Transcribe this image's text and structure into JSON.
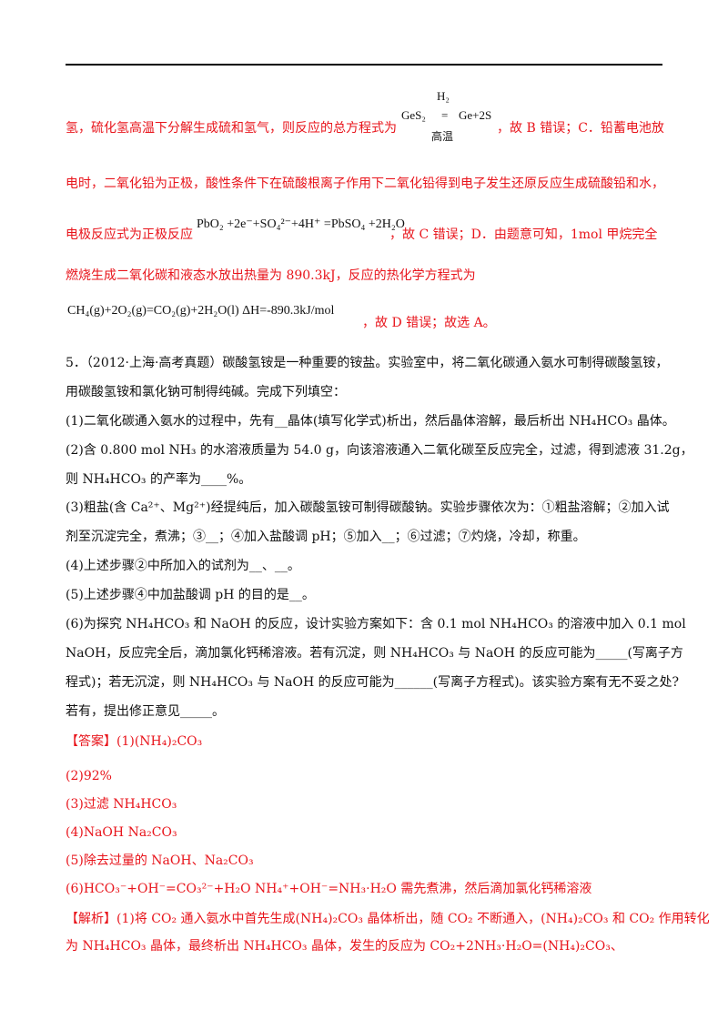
{
  "lines": {
    "l1_pre": "氢，硫化氢高温下分解生成硫和氢气，则反应的总方程式为",
    "l1_eq_left": "GeS₂",
    "l1_eq_mid": "=",
    "l1_eq_right": "Ge+2S",
    "l1_eq_top": "H₂",
    "l1_eq_bottom": "高温",
    "l1_post": "，故 B 错误；C．铅蓄电池放",
    "l2": "电时，二氧化铅为正极，酸性条件下在硫酸根离子作用下二氧化铅得到电子发生还原反应生成硫酸铅和水，",
    "l3_pre": "电极反应式为正极反应",
    "l3_eq": "PbO₂ +2e⁻+SO₄²⁻+4H⁺ =PbSO₄ +2H₂O",
    "l3_post": "，故 C 错误；D．由题意可知，1mol 甲烷完全",
    "l4": "燃烧生成二氧化碳和液态水放出热量为 890.3kJ，反应的热化学方程式为",
    "l5_eq": "CH₄(g)+2O₂(g)=CO₂(g)+2H₂O(l)    ΔH=-890.3kJ/mol",
    "l5_post": "，故 D 错误；故选 A。",
    "q1": "5．（2012·上海·高考真题）碳酸氢铵是一种重要的铵盐。实验室中，将二氧化碳通入氨水可制得碳酸氢铵，",
    "q2": "用碳酸氢铵和氯化钠可制得纯碱。完成下列填空：",
    "q3": "(1)二氧化碳通入氨水的过程中，先有__晶体(填写化学式)析出，然后晶体溶解，最后析出 NH₄HCO₃ 晶体。",
    "q4": "(2)含 0.800 mol NH₃ 的水溶液质量为 54.0 g，向该溶液通入二氧化碳至反应完全，过滤，得到滤液 31.2g，",
    "q5": "则 NH₄HCO₃ 的产率为____%。",
    "q6": "(3)粗盐(含 Ca²⁺、Mg²⁺)经提纯后，加入碳酸氢铵可制得碳酸钠。实验步骤依次为：①粗盐溶解；②加入试",
    "q7": "剂至沉淀完全，煮沸；③__；④加入盐酸调 pH；⑤加入__；⑥过滤；⑦灼烧，冷却，称重。",
    "q8": "(4)上述步骤②中所加入的试剂为__、__。",
    "q9": "(5)上述步骤④中加盐酸调 pH 的目的是__。",
    "q10": "(6)为探究 NH₄HCO₃ 和 NaOH 的反应，设计实验方案如下：含 0.1 mol NH₄HCO₃ 的溶液中加入 0.1 mol",
    "q11": "NaOH，反应完全后，滴加氯化钙稀溶液。若有沉淀，则 NH₄HCO₃ 与 NaOH 的反应可能为_____(写离子方",
    "q12": "程式)；若无沉淀，则 NH₄HCO₃ 与 NaOH 的反应可能为______(写离子方程式)。该实验方案有无不妥之处?",
    "q13": "若有，提出修正意见_____。",
    "a1": "【答案】(1)(NH₄)₂CO₃",
    "a2": "(2)92%",
    "a3": "(3)过滤                NH₄HCO₃",
    "a4": "(4)NaOH       Na₂CO₃",
    "a5": "(5)除去过量的 NaOH、Na₂CO₃",
    "a6": "(6)HCO₃⁻+OH⁻=CO₃²⁻+H₂O      NH₄⁺+OH⁻=NH₃·H₂O      需先煮沸，然后滴加氯化钙稀溶液",
    "e1": "【解析】(1)将 CO₂ 通入氨水中首先生成(NH₄)₂CO₃ 晶体析出，随 CO₂ 不断通入，(NH₄)₂CO₃ 和 CO₂ 作用转化",
    "e2": "为 NH₄HCO₃ 晶体，最终析出 NH₄HCO₃ 晶体，发生的反应为 CO₂+2NH₃·H₂O=(NH₄)₂CO₃、"
  }
}
